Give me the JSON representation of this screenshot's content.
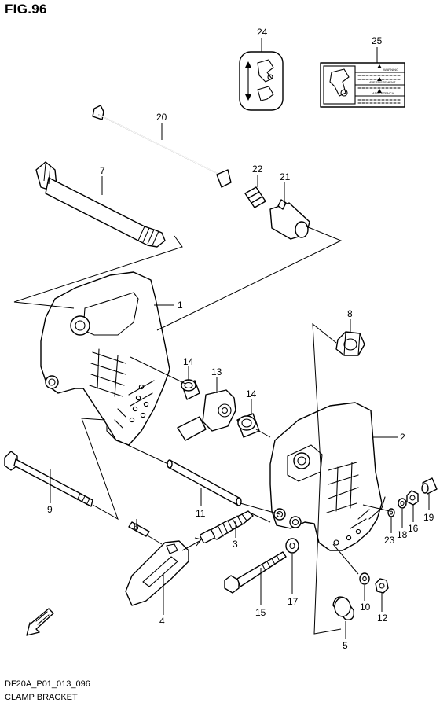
{
  "header": {
    "figure": "FIG.96"
  },
  "footer": {
    "code": "DF20A_P01_013_096",
    "caption": "CLAMP BRACKET"
  },
  "icons": {
    "fwd_arrow": "fwd-arrow-icon"
  },
  "decal_25": {
    "line1": "WARNING",
    "line2": "AVERTISSEMENT",
    "line3": "ADVERTENCIA"
  },
  "decal_24": {
    "symbol": "tilt-lock-icon"
  },
  "parts": [
    {
      "num": "1"
    },
    {
      "num": "2"
    },
    {
      "num": "3"
    },
    {
      "num": "4"
    },
    {
      "num": "5"
    },
    {
      "num": "6"
    },
    {
      "num": "7"
    },
    {
      "num": "8"
    },
    {
      "num": "9"
    },
    {
      "num": "10"
    },
    {
      "num": "11"
    },
    {
      "num": "12"
    },
    {
      "num": "13"
    },
    {
      "num": "14"
    },
    {
      "num": "14"
    },
    {
      "num": "15"
    },
    {
      "num": "16"
    },
    {
      "num": "17"
    },
    {
      "num": "18"
    },
    {
      "num": "19"
    },
    {
      "num": "20"
    },
    {
      "num": "21"
    },
    {
      "num": "22"
    },
    {
      "num": "23"
    },
    {
      "num": "24"
    },
    {
      "num": "25"
    }
  ]
}
